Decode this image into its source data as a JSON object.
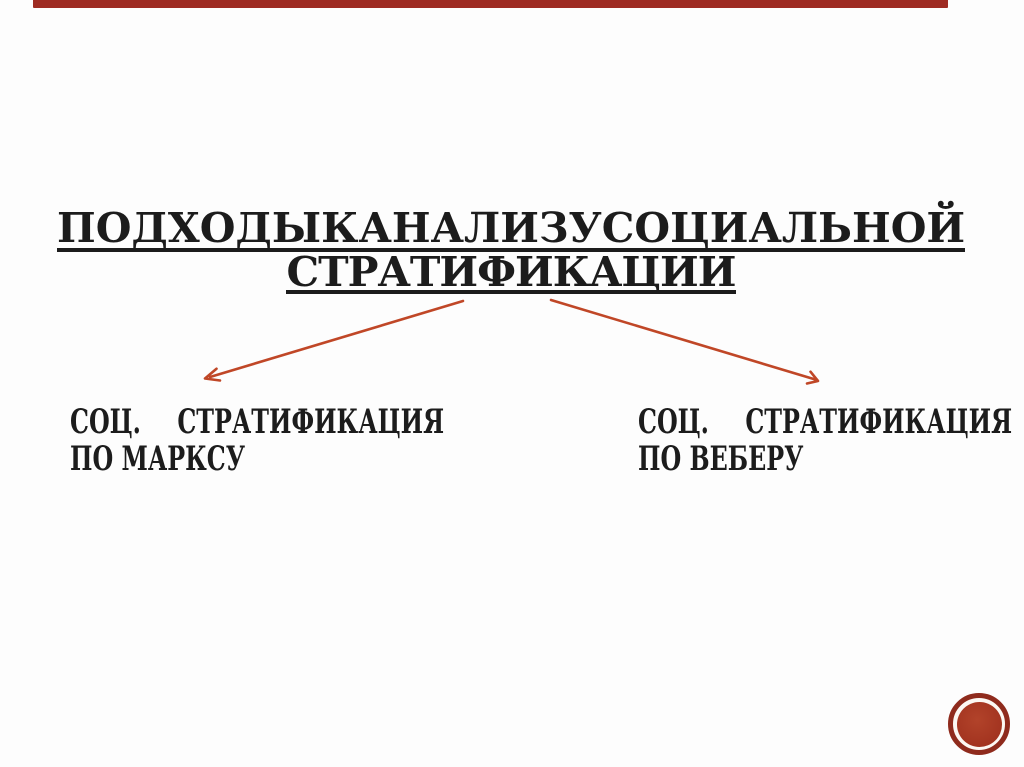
{
  "slide": {
    "title": {
      "line1_words": [
        "ПОДХОДЫ",
        "К",
        "АНАЛИЗУ",
        "СОЦИАЛЬНОЙ"
      ],
      "line2": "СТРАТИФИКАЦИИ"
    },
    "branches": {
      "left": {
        "line1_word1": "СОЦ.",
        "line1_word2": "СТРАТИФИКАЦИЯ",
        "line2": "ПО МАРКСУ"
      },
      "right": {
        "line1_word1": "СОЦ.",
        "line1_word2": "СТРАТИФИКАЦИЯ",
        "line2": "ПО ВЕБЕРУ"
      }
    },
    "icons": {
      "left_arrow": "down-left-arrow-icon",
      "right_arrow": "down-right-arrow-icon",
      "badge": "red-grunge-circle-badge"
    }
  },
  "theme": {
    "ink": "#1c1c1c",
    "accent_bar": "#9e2b22",
    "arrow": "#c04727",
    "badge_ring": "#8f2b1d",
    "badge_fill": "#a33420",
    "badge_fill_light": "#b2432a",
    "background": "#fdfdfd"
  }
}
